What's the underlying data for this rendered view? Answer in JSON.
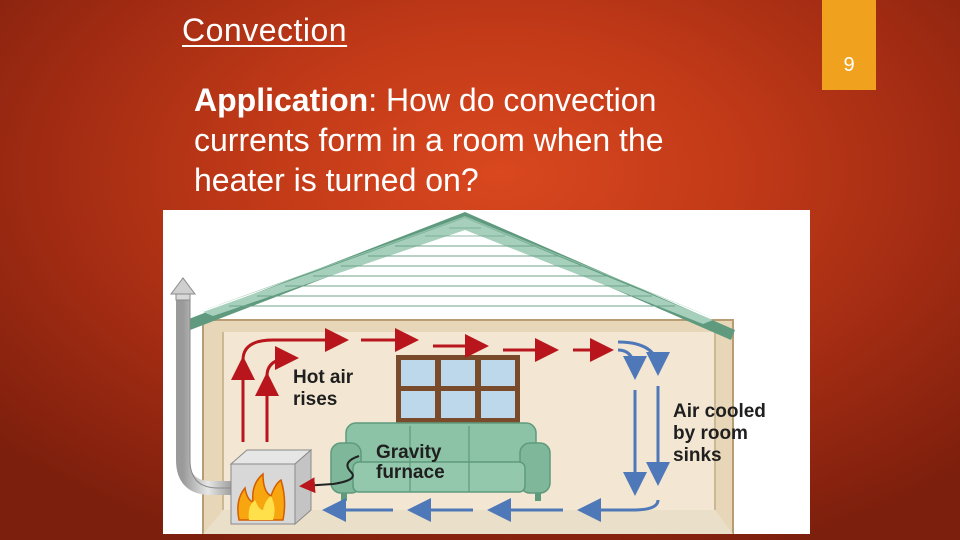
{
  "slide": {
    "title": "Convection",
    "page_number": "9",
    "application_label": "Application",
    "application_text": ":  How do convection currents form in a room when the heater is turned on?"
  },
  "figure": {
    "label_hot_air_line1": "Hot air",
    "label_hot_air_line2": "rises",
    "label_furnace_line1": "Gravity",
    "label_furnace_line2": "furnace",
    "label_cooled_line1": "Air cooled",
    "label_cooled_line2": "by room",
    "label_cooled_line3": "sinks",
    "colors": {
      "hot_arrow": "#b8161c",
      "cool_arrow": "#4f78b8",
      "roof": "#8dbfa6",
      "wall": "#ecdcc4",
      "sofa": "#7fb79a"
    }
  }
}
